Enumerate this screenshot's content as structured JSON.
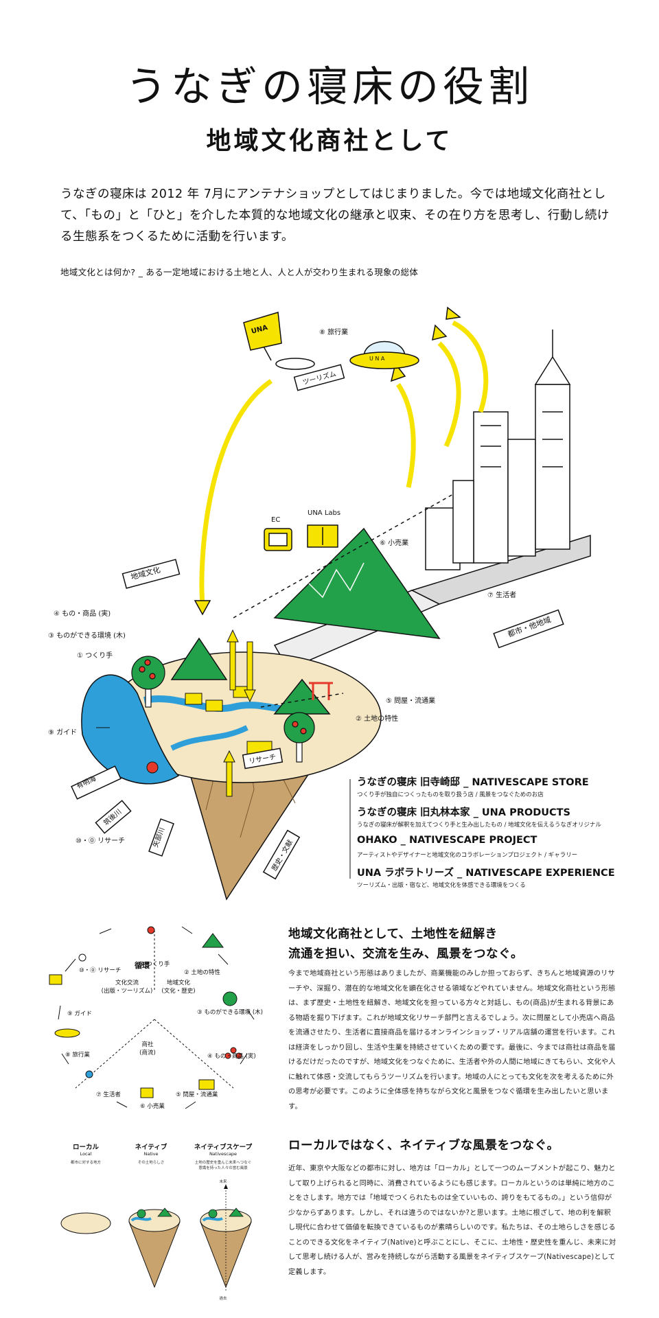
{
  "header": {
    "title": "うなぎの寝床の役割",
    "subtitle": "地域文化商社として"
  },
  "intro": {
    "text": "うなぎの寝床は 2012 年 7月にアンテナショップとしてはじまりました。今では地域文化商社として、「もの」と「ひと」を介した本質的な地域文化の継承と収束、その在り方を思考し、行動し続ける生態系をつくるために活動を行います。",
    "definition": "地域文化とは何か? _ ある一定地域における土地と人、人と人が交わり生まれる現象の総体"
  },
  "diagram": {
    "labels": {
      "travel": "⑧ 旅行業",
      "tourism": "ツーリズム",
      "ec": "EC",
      "una_labs": "UNA Labs",
      "retail": "⑥ 小売業",
      "consumer": "⑦ 生活者",
      "city": "都市・他地域",
      "chiiki_bunka": "地域文化",
      "goods": "④ もの・商品 (実)",
      "environment": "③ ものができる環境 (木)",
      "maker": "① つくり手",
      "wholesale": "⑤ 問屋・流通業",
      "land": "② 土地の特性",
      "guide": "⑨ ガイド",
      "ariake": "有明海",
      "chikugo": "筑後川",
      "research_circle": "⑩・⓪ リサーチ",
      "yabe": "矢部川",
      "history": "歴史・文献",
      "research_sign": "リサーチ",
      "flag": "UNA",
      "ufo": "U N A"
    },
    "stores": [
      {
        "title": "うなぎの寝床 旧寺崎邸 _ NATIVESCAPE STORE",
        "desc": "つくり手が独自につくったものを取り扱う店 / 風景をつなぐためのお店"
      },
      {
        "title": "うなぎの寝床 旧丸林本家 _ UNA PRODUCTS",
        "desc": "うなぎの寝床が解釈を加えてつくり手と生み出したもの / 地域文化を伝えるうなぎオリジナル"
      },
      {
        "title": "OHAKO _ NATIVESCAPE PROJECT",
        "desc": "アーティストやデザイナーと地域文化のコラボレーションプロジェクト / ギャラリー"
      },
      {
        "title": "UNA ラボラトリーズ _ NATIVESCAPE EXPERIENCE",
        "desc": "ツーリズム・出版・宿など、地域文化を体感できる環境をつくる"
      }
    ]
  },
  "cycle": {
    "center": "循環",
    "left_label": "文化交流\n(出版・ツーリズム)",
    "right_label": "地域文化\n(文化・歴史)",
    "bottom_label": "商社\n(商流)",
    "nodes": [
      "① つくり手",
      "② 土地の特性",
      "③ ものができる環境 (木)",
      "④ もの・商品 (実)",
      "⑤ 問屋・流通業",
      "⑥ 小売業",
      "⑦ 生活者",
      "⑧ 旅行業",
      "⑨ ガイド",
      "⑩・⓪ リサーチ"
    ]
  },
  "section1": {
    "heading": "地域文化商社として、土地性を紐解き\n流通を担い、交流を生み、風景をつなぐ。",
    "body": "今まで地域商社という形態はありましたが、商業機能のみしか担っておらず、きちんと地域資源のリサーチや、深掘り、潜在的な地域文化を顕在化させる領域などやれていません。地域文化商社という形態は、まず歴史・土地性を紐解き、地域文化を担っている方々と対話し、もの(商品)が生まれる背景にある物語を掘り下げます。これが地域文化リサーチ部門と言えるでしょう。次に問屋として小売店へ商品を流通させたり、生活者に直接商品を届けるオンラインショップ・リアル店舗の運営を行います。これは経済をしっかり回し、生活や生業を持続させていくための要です。最後に、今までは商社は商品を届けるだけだったのですが、地域文化をつなぐために、生活者や外の人間に地域にきてもらい、文化や人に触れて体感・交流してもらうツーリズムを行います。地域の人にとっても文化を次を考えるために外の思考が必要です。このように全体感を持ちながら文化と風景をつなぐ循環を生み出したいと思います。"
  },
  "bottom": {
    "local": {
      "title": "ローカル",
      "en": "Local",
      "desc": "都市に対する地方"
    },
    "native": {
      "title": "ネイティブ",
      "en": "Native",
      "desc": "その土地らしさ"
    },
    "nativescape": {
      "title": "ネイティブスケープ",
      "en": "Nativescape",
      "desc": "土地の歴史を重んじ未来へつなぐ\n意識を持った人々の営む風景"
    },
    "future": "未来",
    "past": "過去"
  },
  "section2": {
    "heading": "ローカルではなく、ネイティブな風景をつなぐ。",
    "body": "近年、東京や大阪などの都市に対し、地方は「ローカル」として一つのムーブメントが起こり、魅力として取り上げられると同時に、消費されているようにも感じます。ローカルというのは単純に地方のことをさします。地方では「地域でつくられたものは全ていいもの、誇りをもてるもの。」という信仰が少なからずあります。しかし、それは違うのではないか?と思います。土地に根ざして、地の利を解釈し現代に合わせて価値を転換できているものが素晴らしいのです。私たちは、その土地らしさを感じることのできる文化をネイティブ(Native)と呼ぶことにし、そこに、土地性・歴史性を重んじ、未来に対して思考し続ける人が、営みを持続しながら活動する風景をネイティブスケープ(Nativescape)として定義します。"
  },
  "colors": {
    "yellow": "#f7e300",
    "green": "#22a04a",
    "blue": "#2e9fd8",
    "red": "#e53a2b",
    "earth": "#c9a36d",
    "ground": "#f5e6c4"
  }
}
